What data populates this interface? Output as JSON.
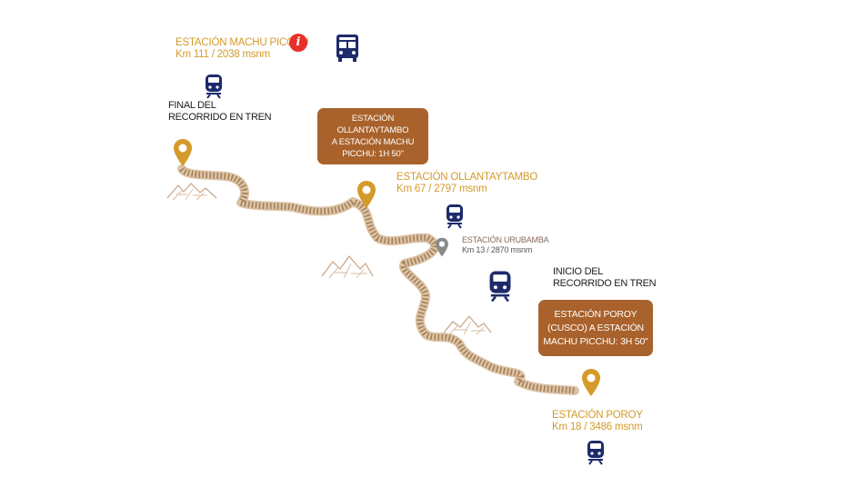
{
  "colors": {
    "gold": "#d49a2a",
    "brown_box": "#a9622b",
    "navy_icon": "#1d2a6b",
    "track": "#c9a37b",
    "info_red": "#e8302a"
  },
  "stations": {
    "machu_picchu": {
      "name": "ESTACIÓN MACHU PICCHU",
      "km": "Km 111 / 2038 msnm",
      "info_icon": "i"
    },
    "ollantaytambo": {
      "name": "ESTACIÓN OLLANTAYTAMBO",
      "km": "Km 67 / 2797 msnm"
    },
    "urubamba": {
      "name": "ESTACIÓN URUBAMBA",
      "km": "Km 13 / 2870 msnm"
    },
    "poroy": {
      "name": "ESTACIÓN POROY",
      "km": "Km 18 / 3486 msnm"
    }
  },
  "labels": {
    "final_line1": "FINAL DEL",
    "final_line2": "RECORRIDO EN TREN",
    "inicio_line1": "INICIO DEL",
    "inicio_line2": "RECORRIDO EN TREN"
  },
  "boxes": {
    "ollanta_line1": "ESTACIÓN OLLANTAYTAMBO",
    "ollanta_line2": "A ESTACIÓN MACHU",
    "ollanta_line3": "PICCHU: 1H 50\"",
    "poroy_line1": "ESTACIÓN POROY",
    "poroy_line2": "(CUSCO) A ESTACIÓN",
    "poroy_line3": "MACHU PICCHU: 3H 50\""
  },
  "icons": {
    "bus": "bus-icon",
    "train": "train-icon",
    "pin": "map-pin-icon",
    "info": "info-icon",
    "mountain": "mountain-icon"
  }
}
